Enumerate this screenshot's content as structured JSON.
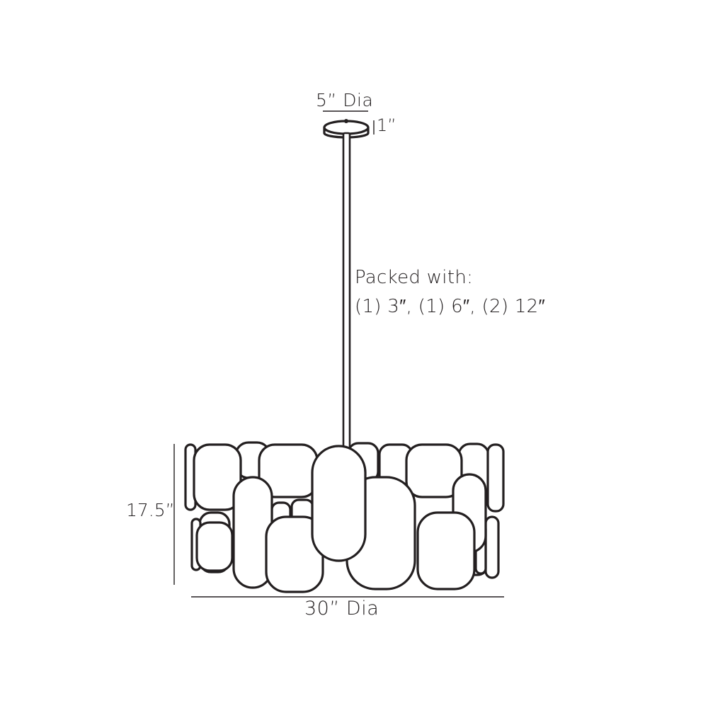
{
  "dimensions": {
    "canopy_diameter": "5” Dia",
    "canopy_height": "1”",
    "overall_height": "17.5”",
    "overall_diameter": "30” Dia"
  },
  "packed": {
    "heading": "Packed with:",
    "rods": "(1) 3″, (1) 6″, (2) 12″"
  }
}
